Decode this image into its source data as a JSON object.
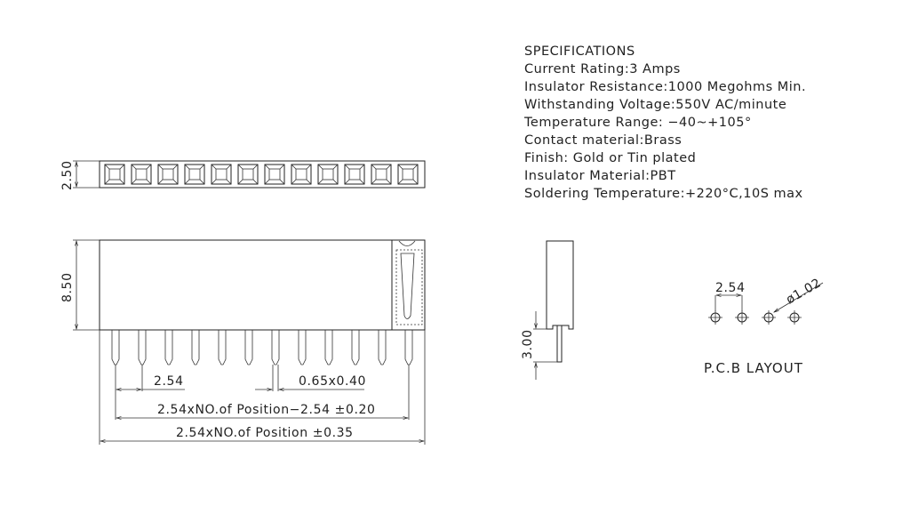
{
  "specifications": {
    "heading": "SPECIFICATIONS",
    "lines": [
      "Current Rating:3 Amps",
      "Insulator Resistance:1000 Megohms Min.",
      "Withstanding Voltage:550V AC/minute",
      "Temperature Range: −40~+105°",
      "Contact material:Brass",
      "Finish: Gold or Tin plated",
      "Insulator Material:PBT",
      "Soldering Temperature:+220°C,10S max"
    ]
  },
  "top_view": {
    "height_dim": "2.50",
    "socket_count": 12
  },
  "front_view": {
    "height_dim": "8.50",
    "pitch_dim": "2.54",
    "pin_size_dim": "0.65x0.40",
    "pin_span_dim": "2.54xNO.of Position−2.54 ±0.20",
    "total_length_dim": "2.54xNO.of Position ±0.35",
    "pin_count": 12
  },
  "side_view": {
    "pin_length_dim": "3.00"
  },
  "pcb_layout": {
    "title": "P.C.B LAYOUT",
    "pitch_dim": "2.54",
    "hole_dim": "ø1.02",
    "hole_count": 4
  }
}
